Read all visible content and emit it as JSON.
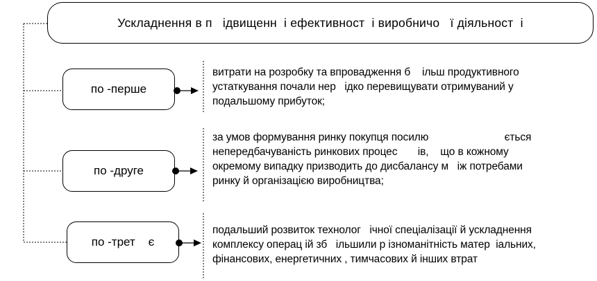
{
  "header": {
    "title": "Ускладнення в п   ідвищенн  і ефективност  і виробничо   ї діяльност  і"
  },
  "items": [
    {
      "label": "по -перше",
      "description": "витрати на розробку та впровадження б    ільш продуктивного\nустаткування почали нер   ідко перевищувати отримуваний у\nподальшому прибуток;"
    },
    {
      "label": "по -друге",
      "description": "за умов формування ринку покупця посилю                          ється\nнепередбачуваність ринкових процес       ів,    що в кожному\nокремому випадку призводить до дисбалансу м   іж потребами\nринку й організацією виробництва;"
    },
    {
      "label": "по -трет    є",
      "description": "подальший розвиток технолог   ічної спеціалізації й ускладнення\nкомплексу операц ій зб   ільшили р ізноманітність матер  іальних,\nфінансових, енергетичних , тимчасових й інших втрат"
    }
  ]
}
